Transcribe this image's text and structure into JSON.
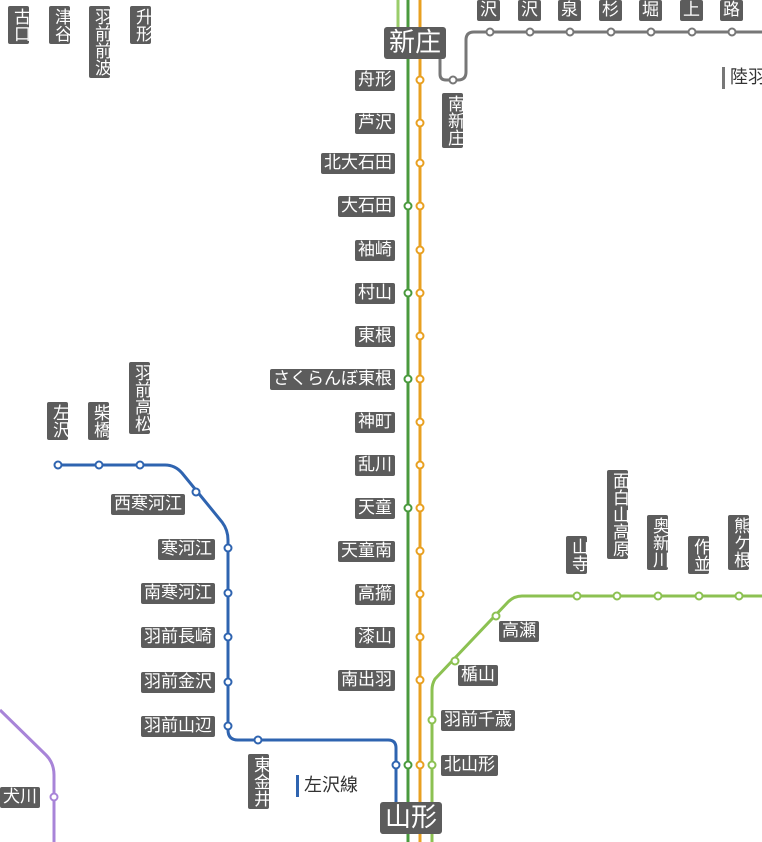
{
  "colors": {
    "gray": "#777777",
    "green_ou": "#4a9a3d",
    "orange": "#e8a021",
    "blue": "#2f64b0",
    "light_green": "#8cc152",
    "purple": "#a884d8",
    "light_green_top": "#9acd6a"
  },
  "major_stations": {
    "shinjo": "新庄",
    "yamagata": "山形"
  },
  "line_labels": {
    "rikuu": "陸羽",
    "aterazawa": "左沢線"
  },
  "main_line_stations": [
    "舟形",
    "芦沢",
    "北大石田",
    "大石田",
    "袖崎",
    "村山",
    "東根",
    "さくらんぼ東根",
    "神町",
    "乱川",
    "天童",
    "天童南",
    "高擶",
    "漆山",
    "南出羽"
  ],
  "minami_shinjo": "南新庄",
  "top_partial": [
    "沢",
    "沢",
    "泉",
    "杉",
    "堀",
    "上",
    "路"
  ],
  "top_left_vertical": [
    "古口",
    "津谷",
    "羽前前波",
    "升形"
  ],
  "aterazawa_top": [
    "左沢",
    "柴橋",
    "羽前高松"
  ],
  "aterazawa_stations": [
    "西寒河江",
    "寒河江",
    "南寒河江",
    "羽前長崎",
    "羽前金沢",
    "羽前山辺"
  ],
  "higashi_kanai": "東金井",
  "senzan_stations": [
    "高瀬",
    "楯山",
    "羽前千歳",
    "北山形"
  ],
  "senzan_top": [
    "山寺",
    "面白山高原",
    "奥新川",
    "作並",
    "熊ケ根"
  ],
  "bottom_left": "犬川"
}
